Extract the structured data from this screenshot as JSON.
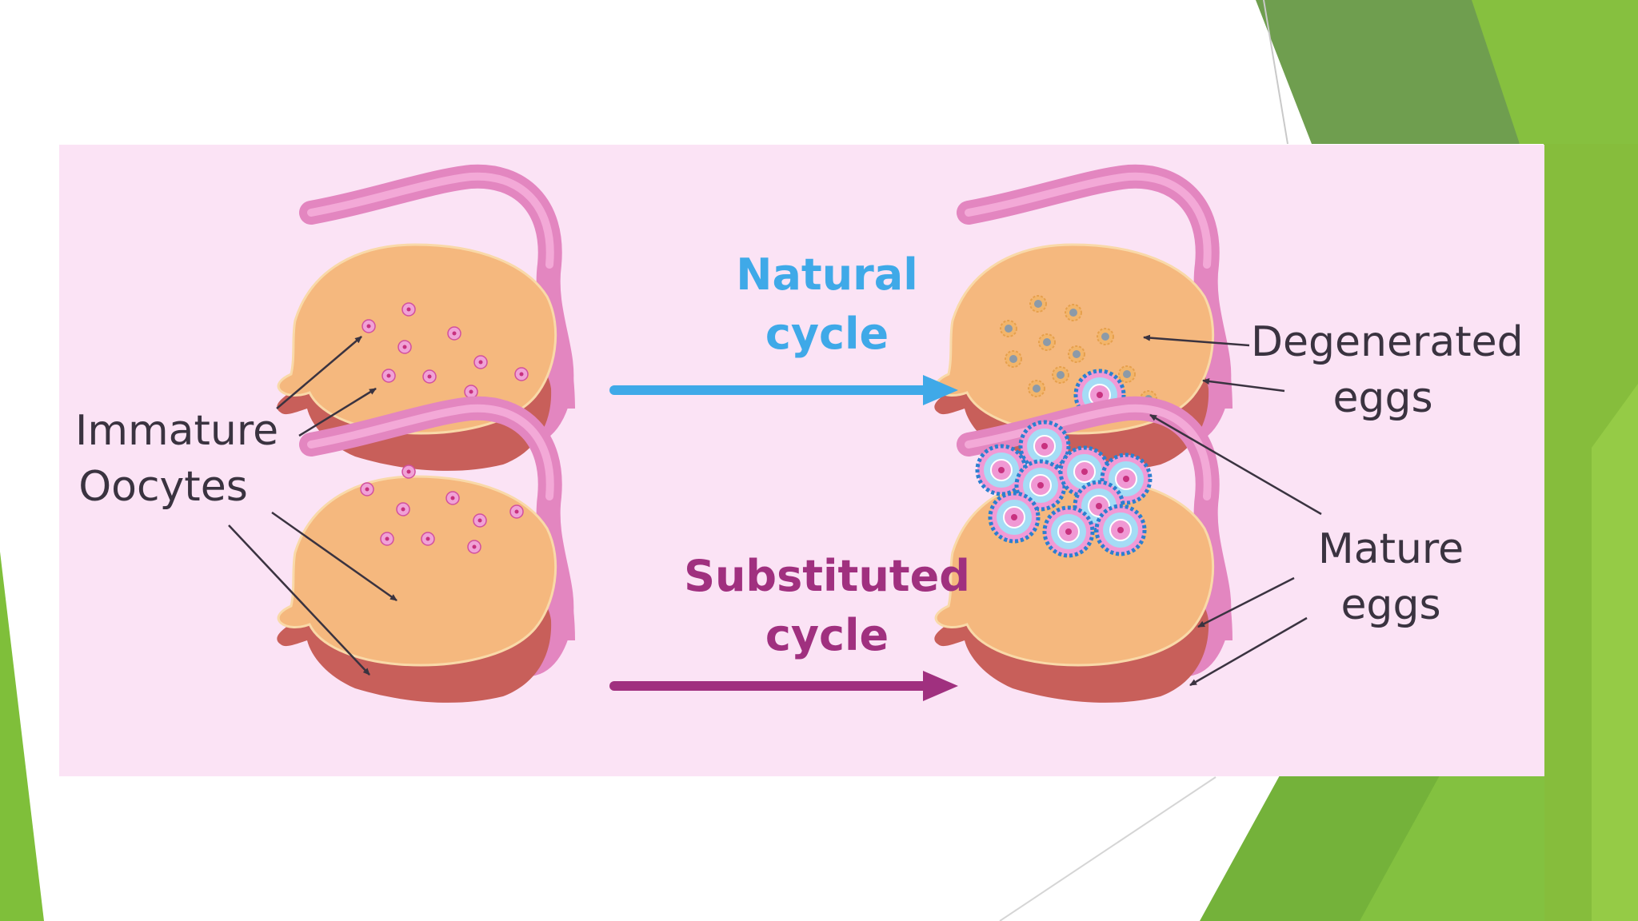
{
  "colors": {
    "panel_background": "#fbe3f5",
    "natural_cycle": "#3fa9e8",
    "substituted_cycle": "#a0307f",
    "ovary": "#f5b87e",
    "ovary_rim": "#c85f5a",
    "fallopian_tube": "#e386c0",
    "slide_accent_green": "#7fbf3a",
    "label_text": "#3a3340"
  },
  "labels": {
    "immature_line1": "Immature",
    "immature_line2": "Oocytes",
    "degenerated_line1": "Degenerated",
    "degenerated_line2": "eggs",
    "mature_line1": "Mature",
    "mature_line2": "eggs"
  },
  "cycles": {
    "natural_line1": "Natural",
    "natural_line2": "cycle",
    "substituted_line1": "Substituted",
    "substituted_line2": "cycle"
  }
}
